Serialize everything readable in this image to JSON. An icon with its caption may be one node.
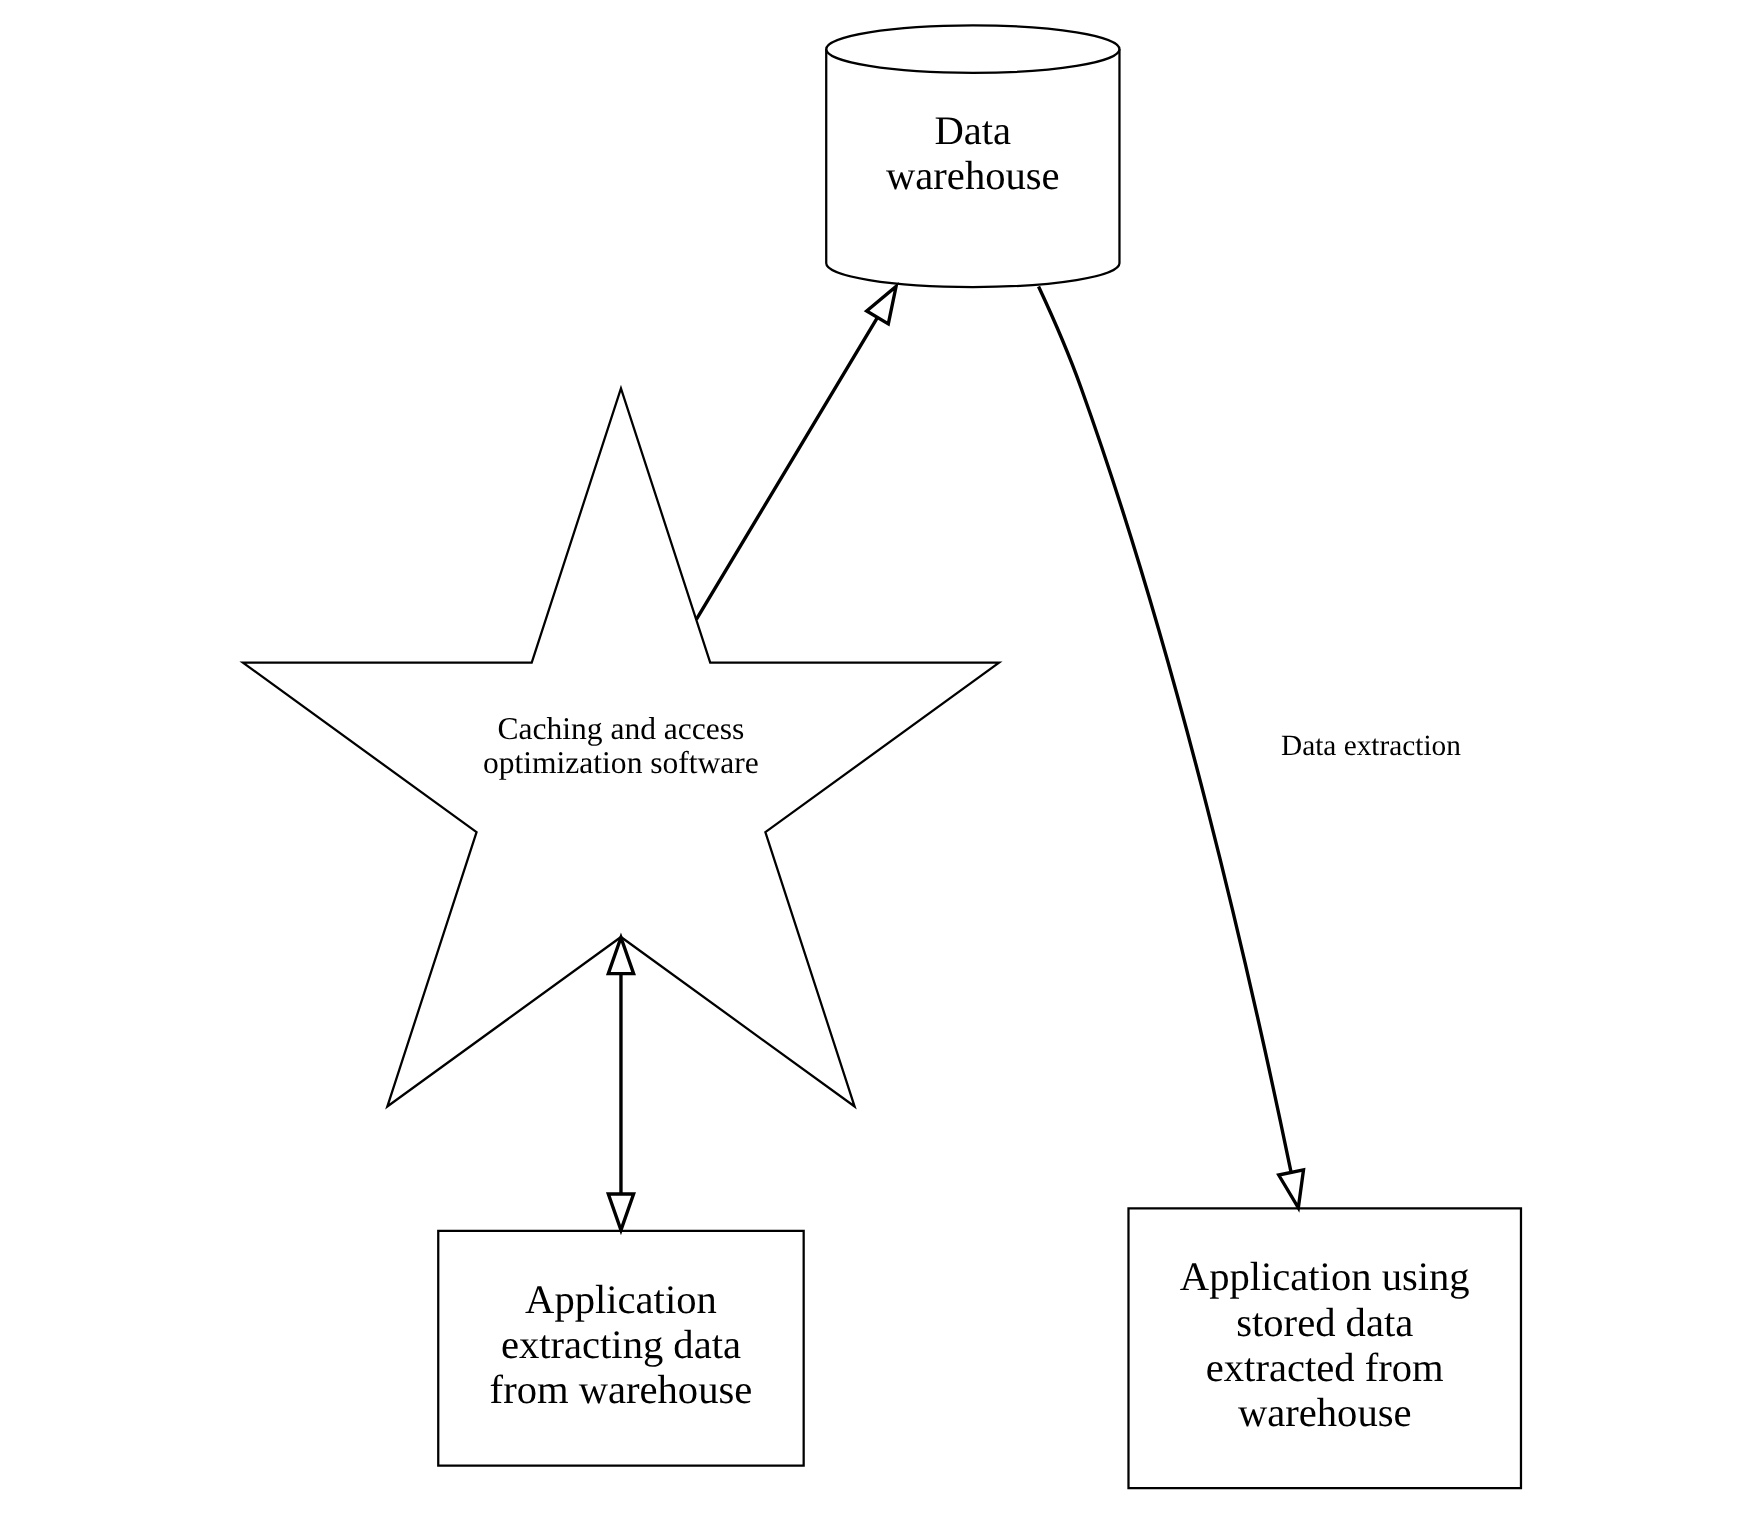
{
  "diagram": {
    "nodes": [
      {
        "text": [
          "Data warehouse"
        ]
      },
      {
        "text": [
          "Caching and access optimization software"
        ]
      },
      {
        "text": [
          "Application using stored data extracted from warehouse"
        ]
      },
      {
        "text": [
          "Application extracting data from warehouse"
        ]
      }
    ],
    "edges": [
      {
        "from": 0,
        "to": 2,
        "arrow": "to",
        "label": "Data extraction"
      },
      {
        "from": 1,
        "to": 0,
        "arrow": "to"
      },
      {
        "from": 1,
        "to": 3,
        "arrow": "both"
      }
    ]
  }
}
